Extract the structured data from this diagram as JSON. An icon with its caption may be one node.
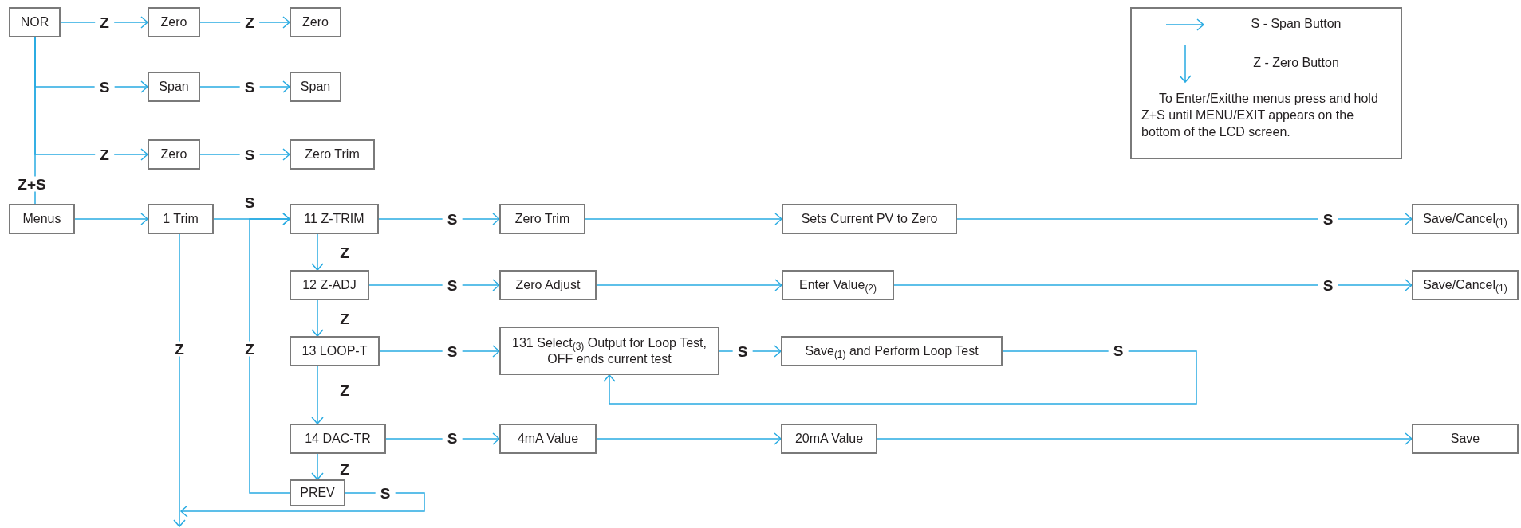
{
  "diagram": {
    "nodes": [
      {
        "text": [
          "NOR"
        ]
      },
      {
        "text": [
          "Zero"
        ]
      },
      {
        "text": [
          "Zero"
        ]
      },
      {
        "text": [
          "Span"
        ]
      },
      {
        "text": [
          "Span"
        ]
      },
      {
        "text": [
          "Zero"
        ]
      },
      {
        "text": [
          "Zero Trim"
        ]
      },
      {
        "text": [
          "Menus"
        ]
      },
      {
        "text": [
          "1 Trim"
        ]
      },
      {
        "text": [
          "11 Z-TRIM"
        ]
      },
      {
        "text": [
          "12 Z-ADJ"
        ]
      },
      {
        "text": [
          "13 LOOP-T"
        ]
      },
      {
        "text": [
          "14 DAC-TR"
        ]
      },
      {
        "text": [
          "PREV"
        ]
      },
      {
        "text": [
          "Zero Trim"
        ]
      },
      {
        "text": [
          "Sets Current PV to Zero"
        ]
      },
      {
        "text": [
          "Save/Cancel$_{(1)}$"
        ]
      },
      {
        "text": [
          "Zero Adjust"
        ]
      },
      {
        "text": [
          "Enter Value$_{(2)}$"
        ]
      },
      {
        "text": [
          "Save/Cancel$_{(1)}$"
        ]
      },
      {
        "text": [
          "131 Select$_{(3)}$ Output for Loop Test, OFF ends current test"
        ]
      },
      {
        "text": [
          "Save$_{(1)}$ and Perform Loop Test"
        ]
      },
      {
        "text": [
          "4mA Value"
        ]
      },
      {
        "text": [
          "20mA Value"
        ]
      },
      {
        "text": [
          "Save"
        ]
      }
    ],
    "edges": [
      {
        "from": 0,
        "to": 1,
        "arrow": "to",
        "label": "Z"
      },
      {
        "from": 1,
        "to": 2,
        "arrow": "to",
        "label": "Z"
      },
      {
        "from": 0,
        "to": 3,
        "arrow": "to",
        "label": "S"
      },
      {
        "from": 3,
        "to": 4,
        "arrow": "to",
        "label": "S"
      },
      {
        "from": 0,
        "to": 5,
        "arrow": "to",
        "label": "Z"
      },
      {
        "from": 5,
        "to": 6,
        "arrow": "to",
        "label": "S"
      },
      {
        "from": 0,
        "to": 7,
        "arrow": "none",
        "label": "Z+S"
      },
      {
        "from": 7,
        "to": 8,
        "arrow": "to"
      },
      {
        "from": 8,
        "to": 9,
        "arrow": "to",
        "label": "S"
      },
      {
        "from": 9,
        "to": 14,
        "arrow": "to",
        "label": "S"
      },
      {
        "from": 14,
        "to": 15,
        "arrow": "to"
      },
      {
        "from": 15,
        "to": 16,
        "arrow": "to",
        "label": "S"
      },
      {
        "from": 9,
        "to": 10,
        "arrow": "to",
        "label": "Z"
      },
      {
        "from": 10,
        "to": 17,
        "arrow": "to",
        "label": "S"
      },
      {
        "from": 17,
        "to": 18,
        "arrow": "to"
      },
      {
        "from": 18,
        "to": 19,
        "arrow": "to",
        "label": "S"
      },
      {
        "from": 10,
        "to": 11,
        "arrow": "to",
        "label": "Z"
      },
      {
        "from": 11,
        "to": 20,
        "arrow": "to",
        "label": "S"
      },
      {
        "from": 20,
        "to": 21,
        "arrow": "to",
        "label": "S"
      },
      {
        "from": 21,
        "to": 20,
        "arrow": "to",
        "label": "S"
      },
      {
        "from": 11,
        "to": 12,
        "arrow": "to",
        "label": "Z"
      },
      {
        "from": 12,
        "to": 22,
        "arrow": "to",
        "label": "S"
      },
      {
        "from": 22,
        "to": 23,
        "arrow": "to"
      },
      {
        "from": 23,
        "to": 24,
        "arrow": "to"
      },
      {
        "from": 12,
        "to": 13,
        "arrow": "to",
        "label": "Z"
      },
      {
        "from": 13,
        "to": 9,
        "arrow": "to",
        "label": "Z"
      },
      {
        "from": 8,
        "to": null,
        "arrow": "to",
        "label": "Z"
      },
      {
        "from": 13,
        "to": null,
        "arrow": "to",
        "label": "S"
      }
    ],
    "labels": [
      "To Enter/Exitthe menus press and hold Z+S until MENU/EXIT appears on the bottom of the LCD screen."
    ],
    "legend": [
      {
        "text": "S - Span Button"
      },
      {
        "text": "Z - Zero Button"
      }
    ]
  }
}
